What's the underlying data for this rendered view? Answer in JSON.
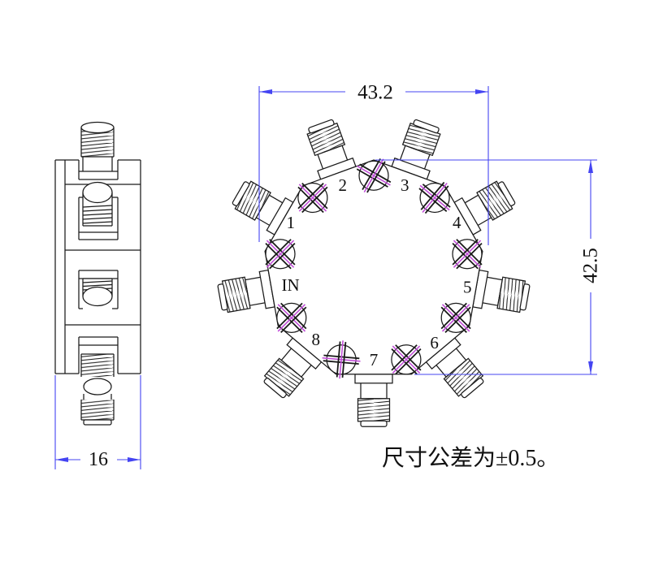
{
  "front_view": {
    "ports": [
      {
        "label": "1",
        "angle": 210,
        "label_radius": 118
      },
      {
        "label": "2",
        "angle": 250,
        "label_radius": 112
      },
      {
        "label": "3",
        "angle": 290,
        "label_radius": 112
      },
      {
        "label": "4",
        "angle": 330,
        "label_radius": 118
      },
      {
        "label": "5",
        "angle": 10,
        "label_radius": 117
      },
      {
        "label": "6",
        "angle": 50,
        "label_radius": 116
      },
      {
        "label": "7",
        "angle": 90,
        "label_radius": 110
      },
      {
        "label": "8",
        "angle": 130,
        "label_radius": 111
      },
      {
        "label": "IN",
        "angle": 170,
        "label_radius": 104
      }
    ],
    "screws": [
      {
        "vertex_angle": -90,
        "slot_rotation": 30
      },
      {
        "vertex_angle": -50,
        "slot_rotation": 40
      },
      {
        "vertex_angle": -10,
        "slot_rotation": 45
      },
      {
        "vertex_angle": 30,
        "slot_rotation": 45
      },
      {
        "vertex_angle": 70,
        "slot_rotation": 45
      },
      {
        "vertex_angle": 110,
        "slot_rotation": 5
      },
      {
        "vertex_angle": 150,
        "slot_rotation": 45
      },
      {
        "vertex_angle": 190,
        "slot_rotation": 45
      },
      {
        "vertex_angle": 230,
        "slot_rotation": 45
      }
    ]
  },
  "dimensions": {
    "width": "43.2",
    "height": "42.5",
    "side_width": "16"
  },
  "note": {
    "text": "尺寸公差为±0.5。"
  },
  "colors": {
    "line": "#1a1a1a",
    "dimension": "#4444f2",
    "screw_slot": "#c24fd9",
    "text": "#111111"
  }
}
